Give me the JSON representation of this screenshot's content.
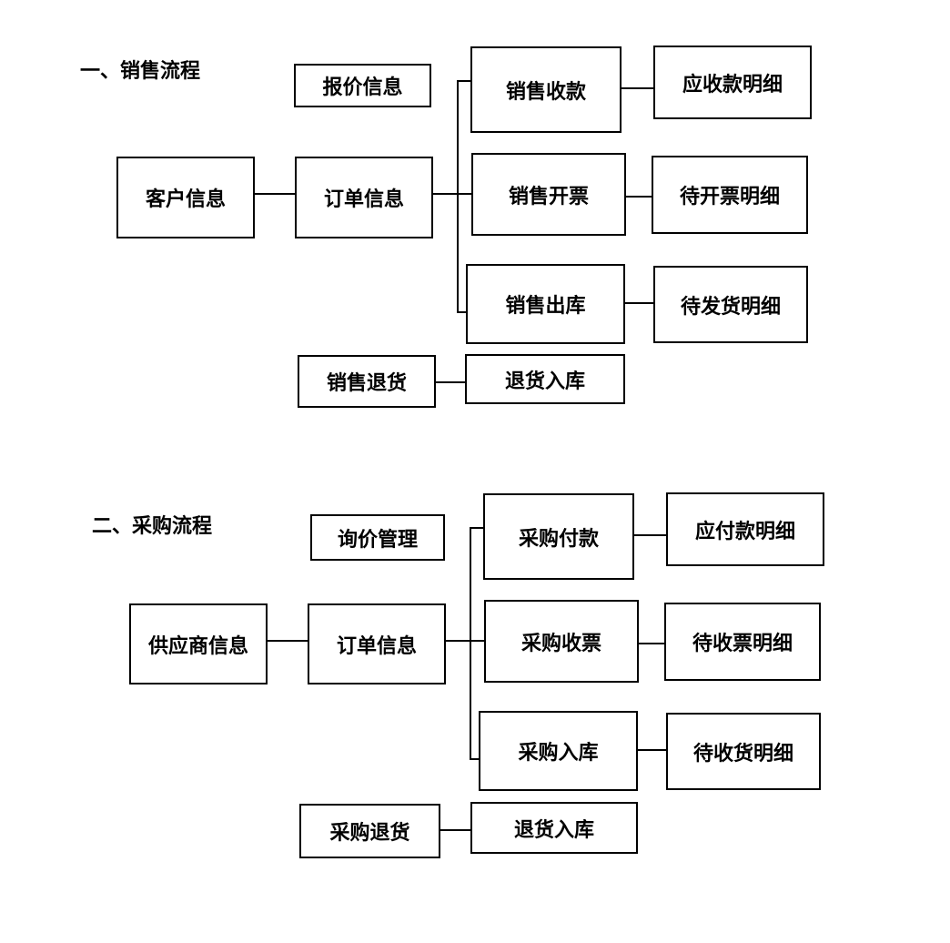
{
  "sales": {
    "title": "一、销售流程",
    "quote": "报价信息",
    "customer": "客户信息",
    "order": "订单信息",
    "collection": "销售收款",
    "receivable": "应收款明细",
    "invoicing": "销售开票",
    "pending_invoice": "待开票明细",
    "outbound": "销售出库",
    "pending_shipment": "待发货明细",
    "return": "销售退货",
    "return_inbound": "退货入库"
  },
  "purchase": {
    "title": "二、采购流程",
    "inquiry": "询价管理",
    "supplier": "供应商信息",
    "order": "订单信息",
    "payment": "采购付款",
    "payable": "应付款明细",
    "invoice_receipt": "采购收票",
    "pending_invoice": "待收票明细",
    "inbound": "采购入库",
    "pending_goods": "待收货明细",
    "return": "采购退货",
    "return_inbound": "退货入库"
  }
}
